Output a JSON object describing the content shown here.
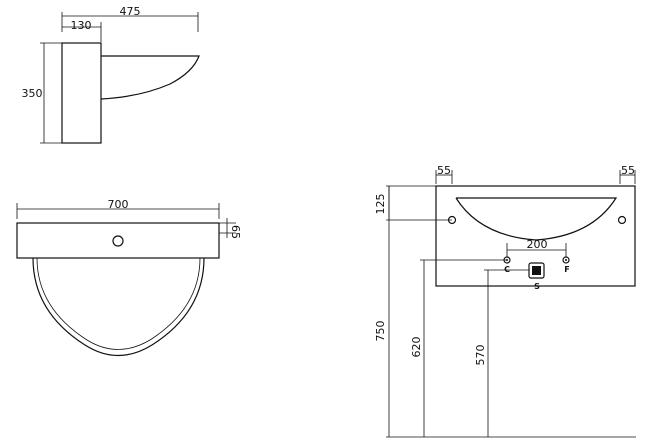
{
  "drawing": {
    "side_view": {
      "width_total": "475",
      "width_back": "130",
      "height": "350"
    },
    "top_view": {
      "width": "700",
      "thickness": "65"
    },
    "front_view": {
      "margin_left": "55",
      "margin_right": "55",
      "top_offset": "125",
      "valve_spacing": "200",
      "mount_height": "750",
      "valve_height": "620",
      "drain_height": "570",
      "label_cold": "C",
      "label_hot": "F",
      "label_drain": "S"
    }
  }
}
